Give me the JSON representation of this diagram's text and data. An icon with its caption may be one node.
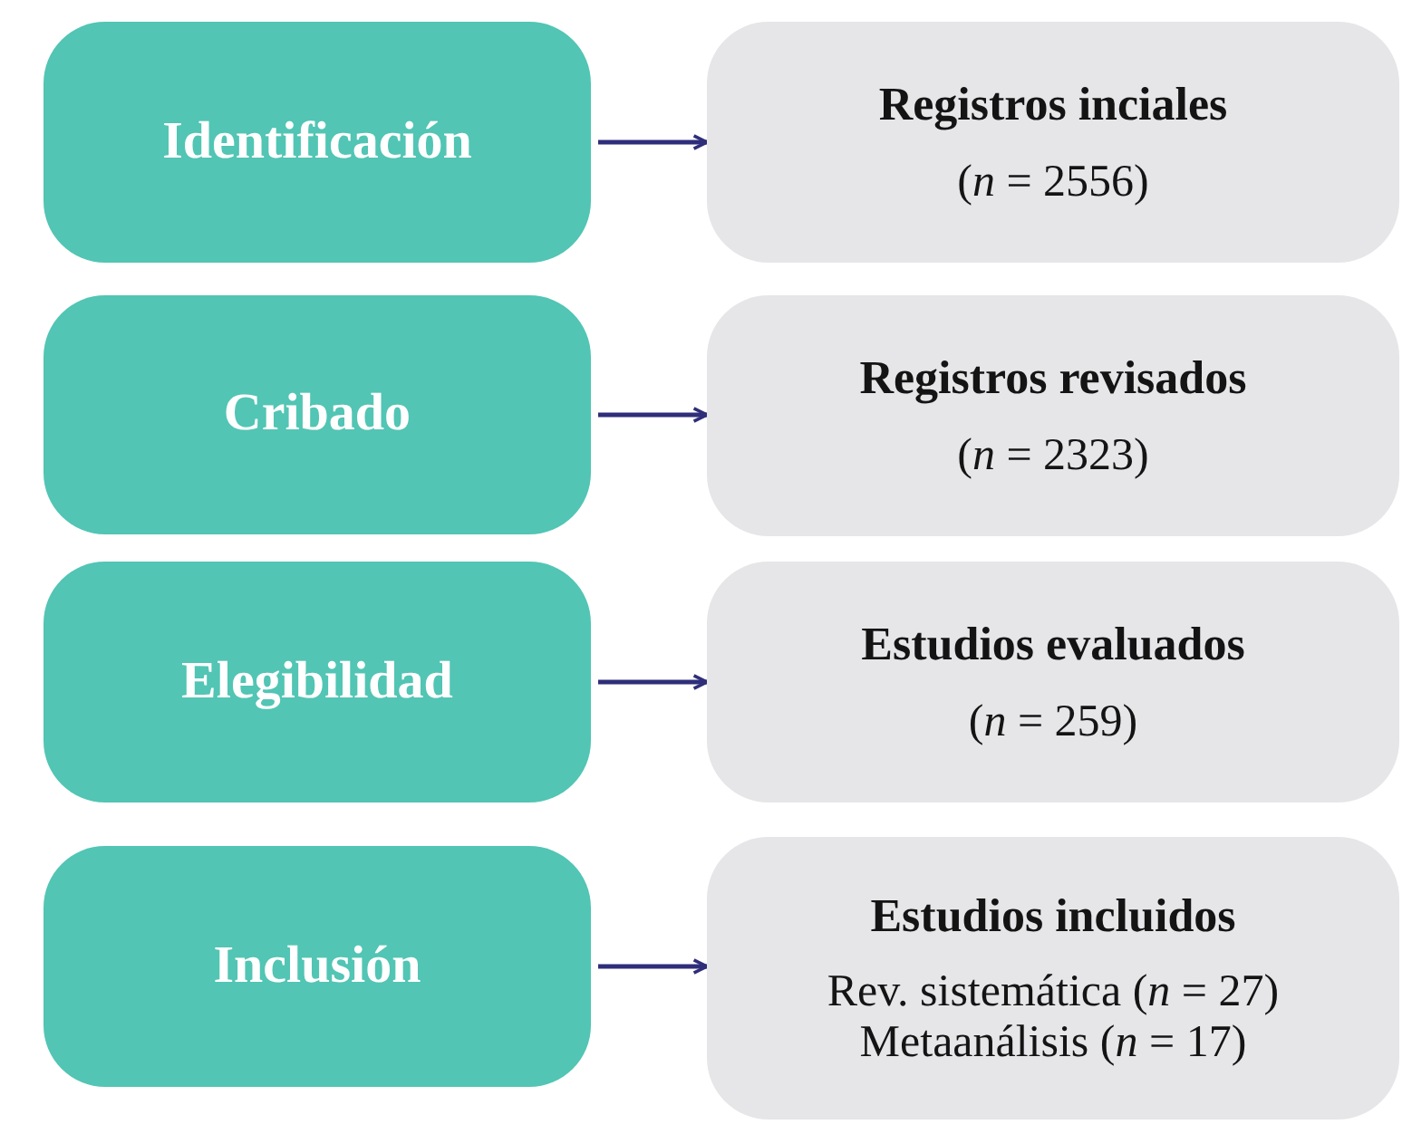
{
  "diagram": {
    "nodes": [
      {
        "text": [
          "Identificación"
        ]
      },
      {
        "text": [
          "Registros inciales",
          "(*n* = 2556)"
        ]
      },
      {
        "text": [
          "Cribado"
        ]
      },
      {
        "text": [
          "Registros revisados",
          "(*n* = 2323)"
        ]
      },
      {
        "text": [
          "Elegibilidad"
        ]
      },
      {
        "text": [
          "Estudios evaluados",
          "(*n* = 259)"
        ]
      },
      {
        "text": [
          "Inclusión"
        ]
      },
      {
        "text": [
          "Estudios incluidos",
          "Rev. sistemática (*n* = 27)",
          "Metaanálisis (*n* = 17)"
        ]
      }
    ],
    "edges": [
      {
        "from": 0,
        "to": 1,
        "arrow": "to"
      },
      {
        "from": 2,
        "to": 3,
        "arrow": "to"
      },
      {
        "from": 4,
        "to": 5,
        "arrow": "to"
      },
      {
        "from": 6,
        "to": 7,
        "arrow": "to"
      }
    ]
  }
}
